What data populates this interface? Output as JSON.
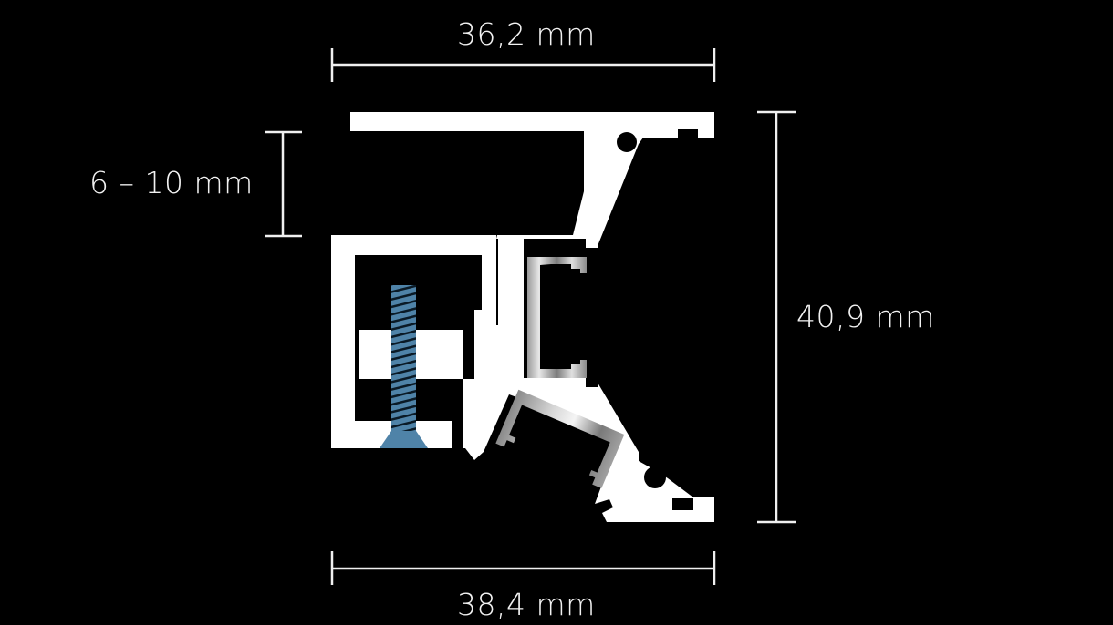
{
  "diagram": {
    "title": "Aluminium profile cross-section with dimensions",
    "background_color": "#000000",
    "profile_color": "#ffffff",
    "screw_color": "#4f83a8",
    "channel_color": "#c8c8c8",
    "dimensions": {
      "top_width": "36,2 mm",
      "bottom_width": "38,4 mm",
      "height": "40,9 mm",
      "clamp_range": "6 – 10 mm"
    },
    "components": [
      "aluminium-profile",
      "countersunk-screw",
      "led-channel-vertical",
      "led-channel-angled"
    ]
  }
}
